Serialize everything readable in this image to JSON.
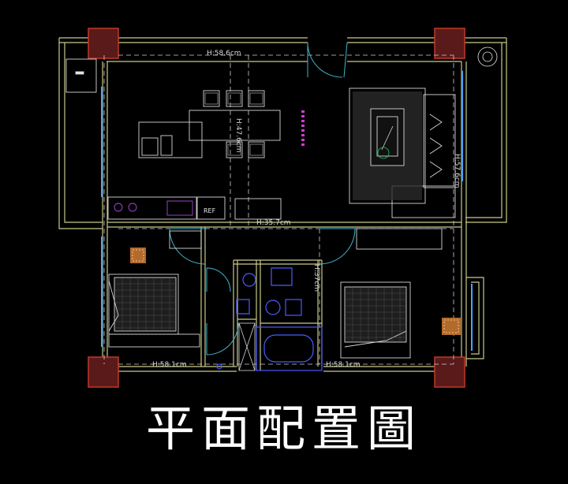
{
  "drawing": {
    "title": "平面配置圖",
    "dimensions": {
      "top_width": "H:58.6cm",
      "center_height": "H:47.6cm",
      "right_height": "H:57.6cm",
      "mid_width": "H:35.7cm",
      "bath_height": "H:37cm",
      "bottom_left_width": "H:58.1cm",
      "bottom_right_width": "H:58.1cm"
    },
    "labels": {
      "refrigerator": "REF"
    },
    "colors": {
      "background": "#000000",
      "wall": "#c9c98a",
      "furniture": "#d6d6d6",
      "centerline": "#cfcfcf",
      "window": "#4aa3ff",
      "door_swing": "#3fb6c8",
      "column_fill": "#5a1a1a",
      "column_border": "#c0392b",
      "magenta_note": "#d23ad2",
      "plant": "#22c55e"
    }
  }
}
